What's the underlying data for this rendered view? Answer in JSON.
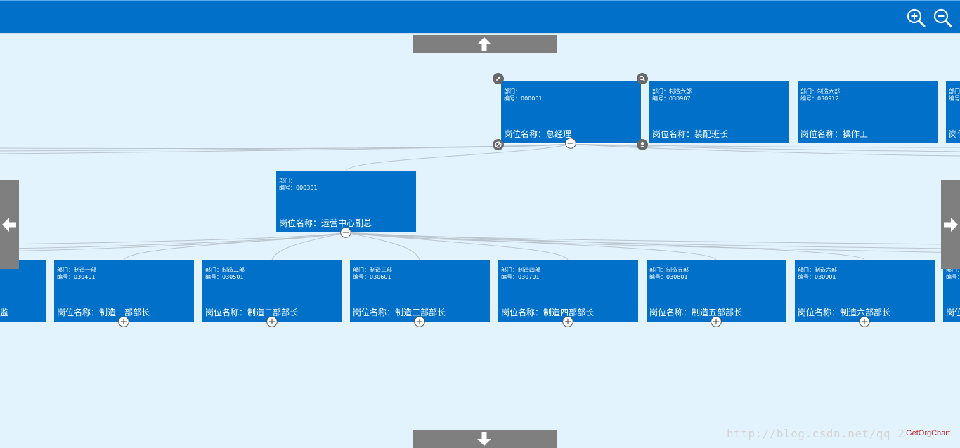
{
  "label_dept": "部门：",
  "label_id": "编号：",
  "label_title": "岗位名称：",
  "colors": {
    "topbar": "#0070c9",
    "node": "#0070c9",
    "background": "#e3f3fe",
    "nav": "#7f7f7f"
  },
  "icons": {
    "zoom_in": "zoom-in-icon",
    "zoom_out": "zoom-out-icon",
    "edit": "pencil-icon",
    "details": "magnifier-icon",
    "remove": "block-icon",
    "add": "person-icon",
    "collapse": "minus-circle-icon",
    "expand": "plus-circle-icon"
  },
  "nodes": [
    {
      "dept": "",
      "id": "000001",
      "title": "总经理"
    },
    {
      "dept": "制造六部",
      "id": "030907",
      "title": "装配班长"
    },
    {
      "dept": "制造六部",
      "id": "030912",
      "title": "操作工"
    },
    {
      "dept": "",
      "id": "",
      "title": ""
    },
    {
      "dept": "",
      "id": "000301",
      "title": "运营中心副总"
    },
    {
      "dept": "",
      "id": "",
      "title": "监"
    },
    {
      "dept": "制造一部",
      "id": "030401",
      "title": "制造一部部长"
    },
    {
      "dept": "制造二部",
      "id": "030501",
      "title": "制造二部部长"
    },
    {
      "dept": "制造三部",
      "id": "030601",
      "title": "制造三部部长"
    },
    {
      "dept": "制造四部",
      "id": "030701",
      "title": "制造四部部长"
    },
    {
      "dept": "制造五部",
      "id": "030801",
      "title": "制造五部部长"
    },
    {
      "dept": "制造六部",
      "id": "030901",
      "title": "制造六部部长"
    },
    {
      "dept": "",
      "id": "",
      "title": ""
    }
  ],
  "brand": "GetOrgChart",
  "watermark": "http://blog.csdn.net/qq_2"
}
